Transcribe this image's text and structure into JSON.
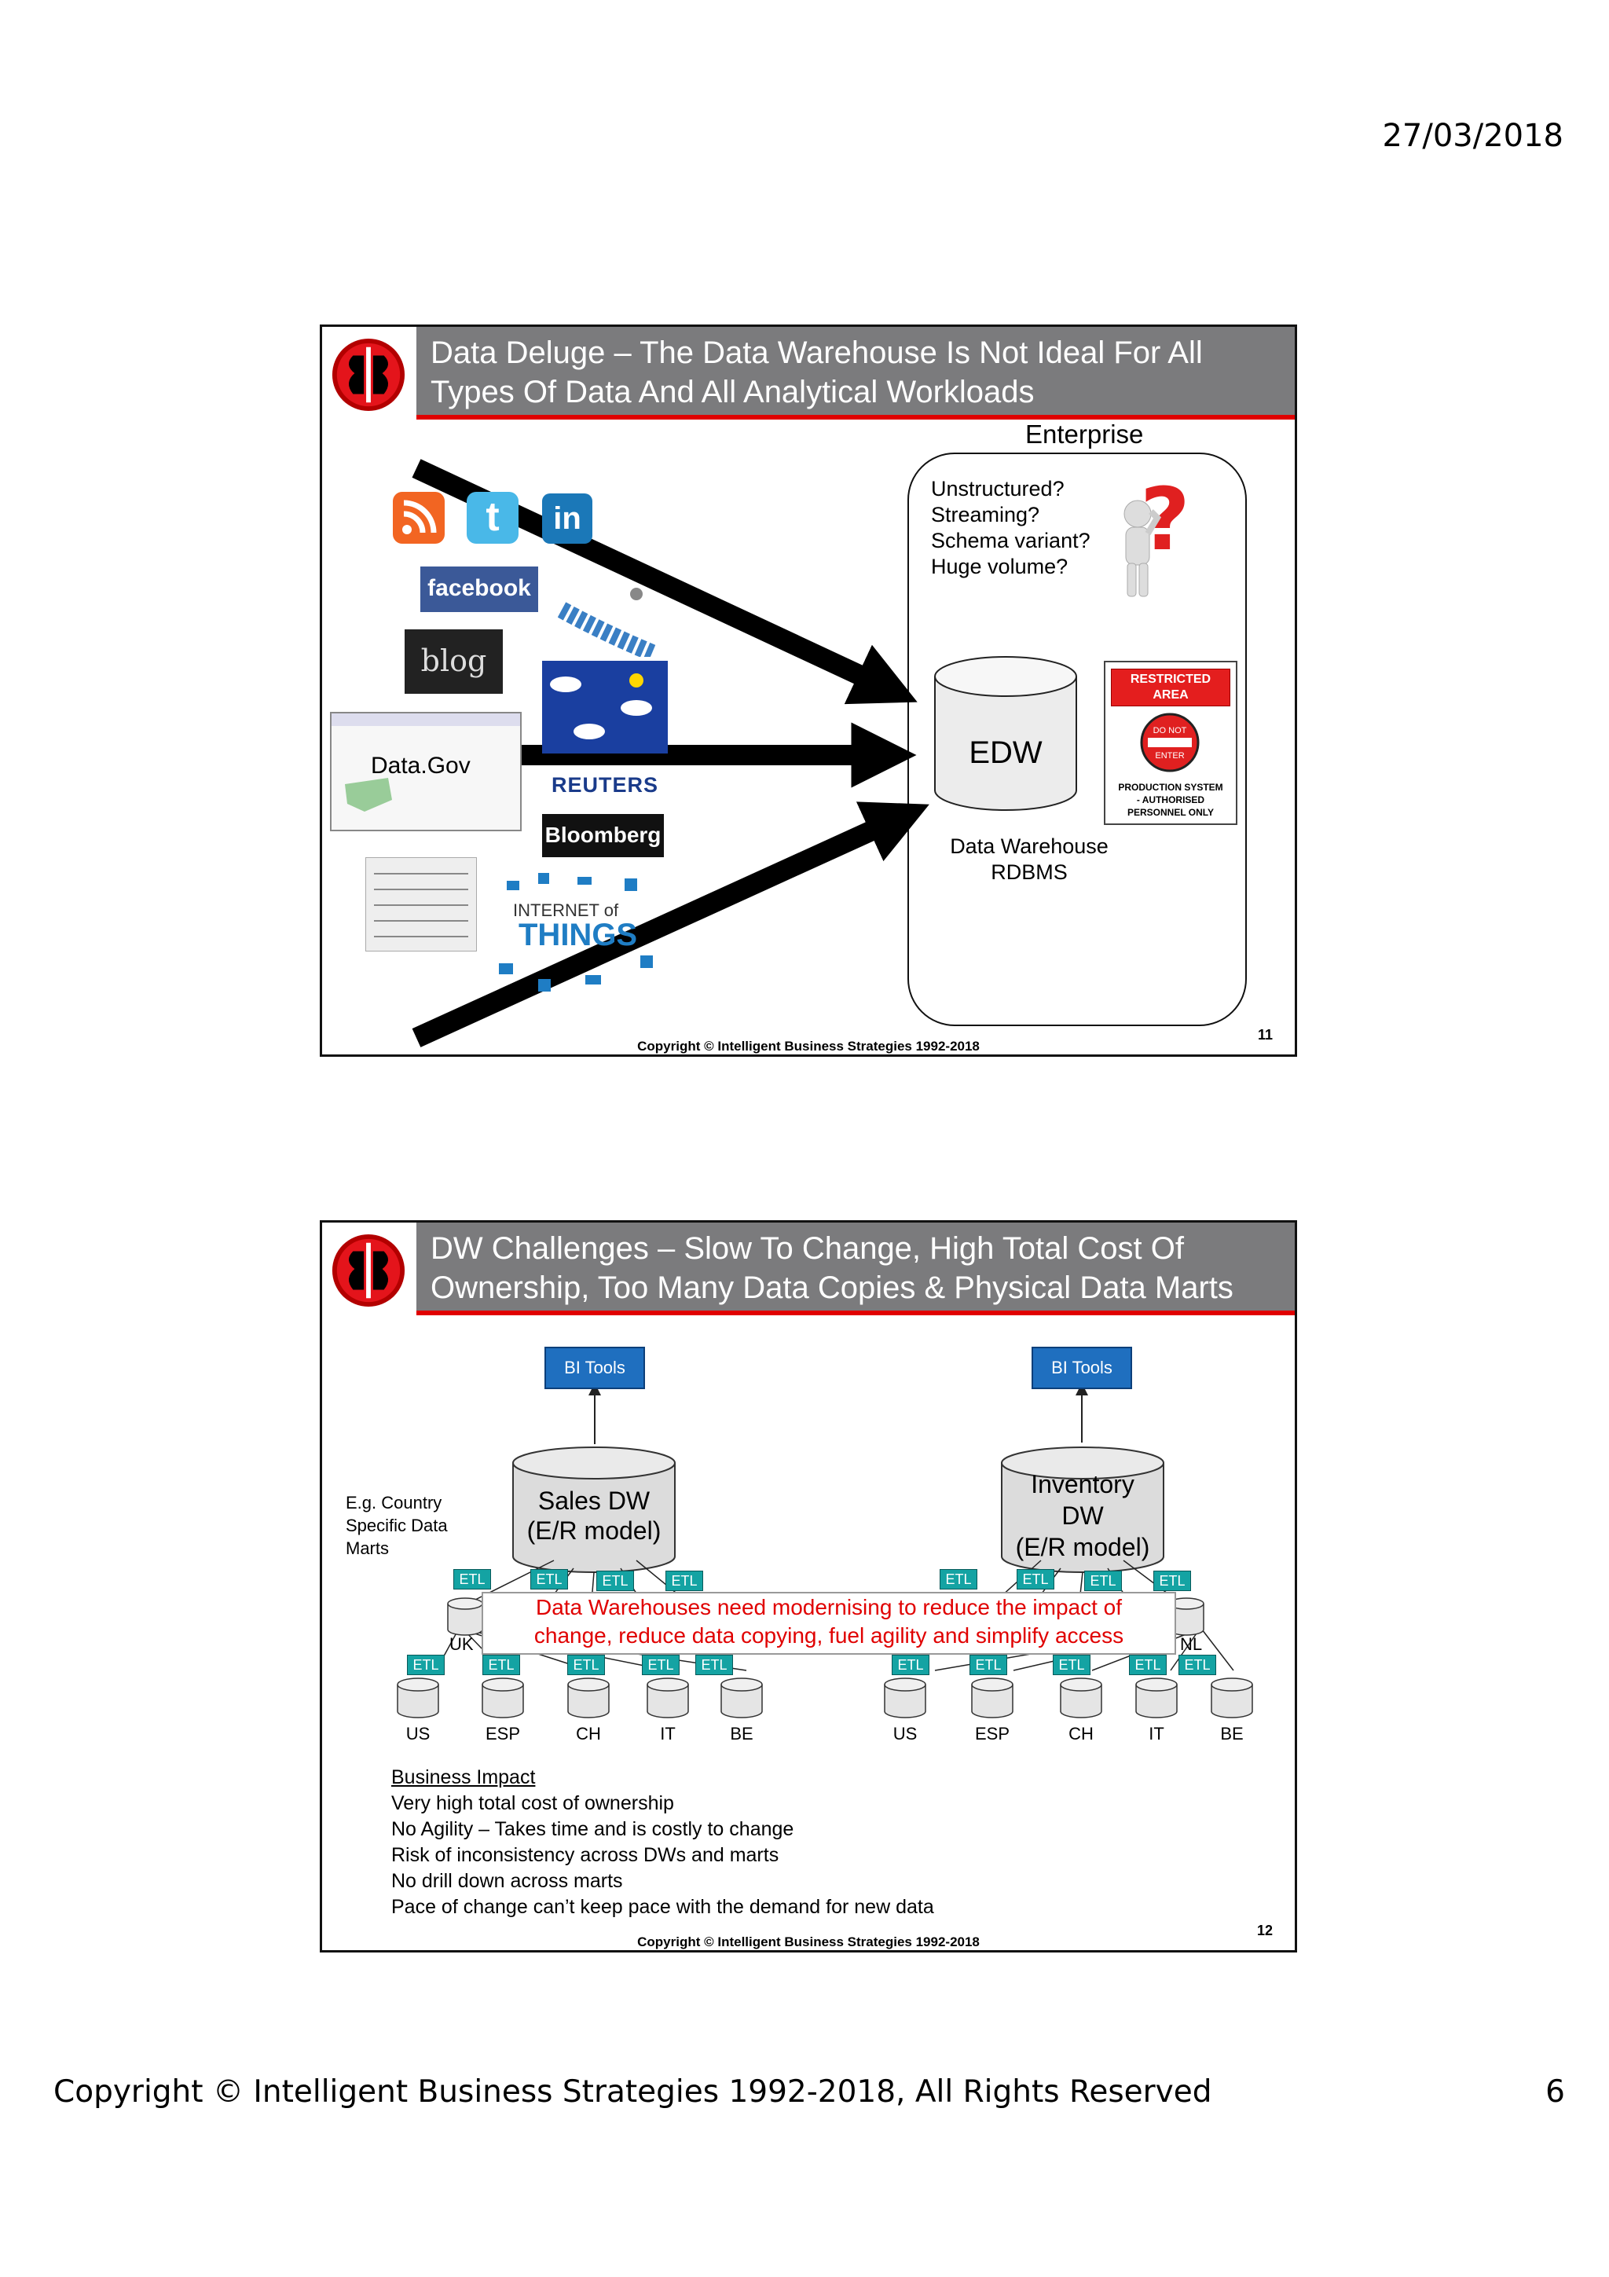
{
  "page": {
    "date": "27/03/2018",
    "footer": "Copyright © Intelligent Business Strategies 1992-2018, All Rights Reserved",
    "page_number": "6"
  },
  "slide1": {
    "title_line1": "Data Deluge  – The Data Warehouse Is Not Ideal For All",
    "title_line2": "Types Of Data And All Analytical Workloads",
    "enterprise_label": "Enterprise",
    "questions": [
      "Unstructured?",
      "Streaming?",
      "Schema variant?",
      "Huge volume?"
    ],
    "edw_label": "EDW",
    "dw_caption_line1": "Data Warehouse",
    "dw_caption_line2": "RDBMS",
    "sources": {
      "facebook": "facebook",
      "blog": "blog",
      "datagov": "Data.Gov",
      "reuters": "REUTERS",
      "bloomberg": "Bloomberg",
      "iot_line1": "INTERNET of",
      "iot_line2": "THINGS"
    },
    "restricted": {
      "top": "RESTRICTED AREA",
      "sign_line1": "DO NOT",
      "sign_line2": "ENTER",
      "bottom_line1": "PRODUCTION SYSTEM",
      "bottom_line2": "- AUTHORISED",
      "bottom_line3": "PERSONNEL ONLY"
    },
    "copyright": "Copyright © Intelligent Business Strategies 1992-2018",
    "slide_number": "11"
  },
  "slide2": {
    "title_line1": "DW Challenges – Slow To Change, High Total Cost Of",
    "title_line2": "Ownership, Too Many Data Copies & Physical Data Marts",
    "bi_tools_label": "BI Tools",
    "sales_dw_line1": "Sales DW",
    "sales_dw_line2": "(E/R model)",
    "inventory_dw_line1": "Inventory",
    "inventory_dw_line2": "DW",
    "inventory_dw_line3": "(E/R model)",
    "eg_line1": "E.g. Country",
    "eg_line2": "Specific Data",
    "eg_line3": "Marts",
    "etl_label": "ETL",
    "uk_label": "UK",
    "nl_label": "NL",
    "countries": [
      "US",
      "ESP",
      "CH",
      "IT",
      "BE"
    ],
    "callout_line1": "Data Warehouses need modernising to reduce the impact of",
    "callout_line2": "change, reduce data copying, fuel agility and simplify access",
    "impact_heading": "Business Impact",
    "impact_items": [
      "Very high total cost of ownership",
      "No Agility – Takes time and is costly to change",
      "Risk of inconsistency across DWs and marts",
      "No drill down across marts",
      "Pace of change can’t keep pace with the demand for new data"
    ],
    "copyright": "Copyright © Intelligent Business Strategies 1992-2018",
    "slide_number": "12"
  },
  "colors": {
    "title_bar": "#7b7b7d",
    "accent_red": "#e00000",
    "bi_blue": "#1f6fbf",
    "etl_teal": "#14a3a3"
  }
}
